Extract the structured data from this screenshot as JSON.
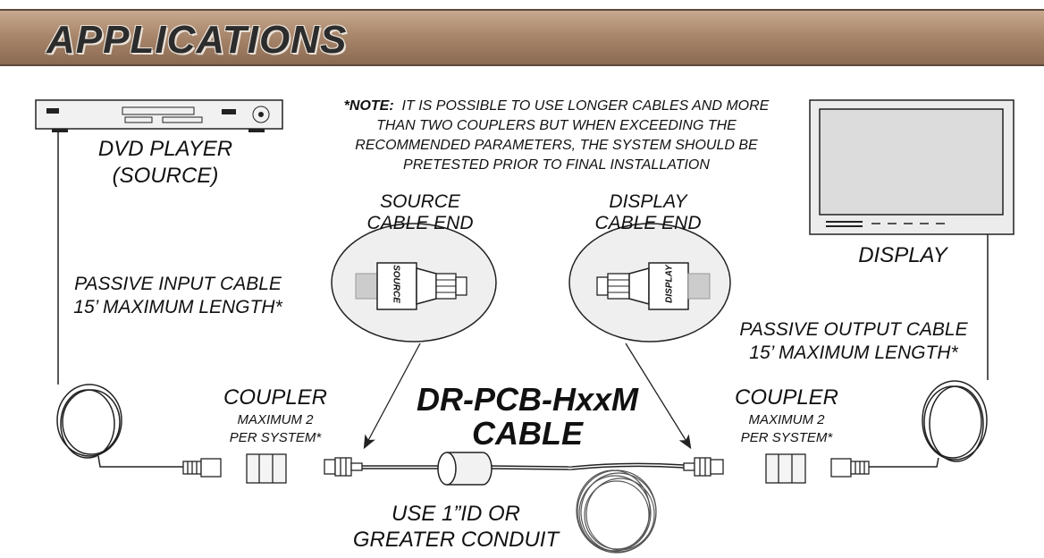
{
  "header": {
    "title": "APPLICATIONS"
  },
  "note": {
    "prefix": "*NOTE:",
    "lines": [
      "IT IS POSSIBLE TO USE LONGER CABLES AND MORE",
      "THAN TWO COUPLERS BUT WHEN EXCEEDING THE",
      "RECOMMENDED PARAMETERS, THE SYSTEM SHOULD BE",
      "PRETESTED PRIOR TO FINAL INSTALLATION"
    ]
  },
  "source_device": {
    "line1": "DVD PLAYER",
    "line2": "(SOURCE)"
  },
  "display_device": {
    "label": "DISPLAY"
  },
  "source_cable_end": {
    "line1": "SOURCE",
    "line2": "CABLE END",
    "connector_text": "SOURCE"
  },
  "display_cable_end": {
    "line1": "DISPLAY",
    "line2": "CABLE END",
    "connector_text": "DISPLAY"
  },
  "input_cable": {
    "line1": "PASSIVE INPUT CABLE",
    "line2": "15’ MAXIMUM LENGTH*"
  },
  "output_cable": {
    "line1": "PASSIVE OUTPUT CABLE",
    "line2": "15’ MAXIMUM LENGTH*"
  },
  "coupler_left": {
    "title": "COUPLER",
    "line1": "MAXIMUM 2",
    "line2": "PER SYSTEM*"
  },
  "coupler_right": {
    "title": "COUPLER",
    "line1": "MAXIMUM 2",
    "line2": "PER SYSTEM*"
  },
  "main_cable": {
    "line1": "DR-PCB-HxxM",
    "line2": "CABLE"
  },
  "conduit": {
    "line1": "USE 1”ID OR",
    "line2": "GREATER CONDUIT"
  }
}
